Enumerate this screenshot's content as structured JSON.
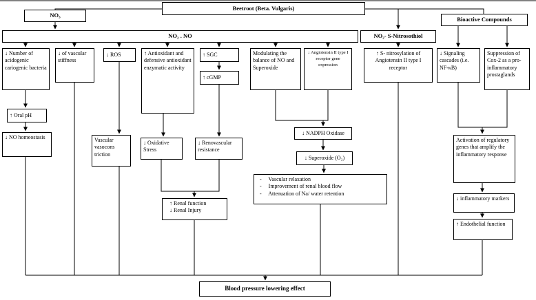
{
  "nodes": {
    "beetroot": "Beetroot (Beta. Vulgaris)",
    "no3": "NO₃",
    "bioactive": "Bioactive Compounds",
    "no2_no": "NO₂ . NO",
    "nitrosothiol": "NO₂- S-Nitrosothiol",
    "bacteria": "↓ Number of acidogenic cariogenic bacteria",
    "stiffness": "↓ of vascular stiffness",
    "ros": "↓ ROS",
    "antioxidant": "↑ Antioxidant and defensive antioxidant enzymatic activity",
    "sgc": "↑ SGC",
    "cgmp": "↑ cGMP",
    "modulating": "Modulating the balance of NO and Superoxide",
    "angiotensin_gene": "↓ Angiotensin II type I receptor gene expression",
    "nitrosylation": "↑ S- nitrosylation of Angiotensin II type I receptor",
    "signaling": "↓ Signaling cascades (i.e. NF-κB)",
    "cox2": "Suppression of Cox-2 as a pro-inflammatory prostaglands",
    "oral_ph": "↑ Oral pH",
    "no_homeostasis": "↓ NO homeostasis",
    "vasoconstriction": "Vascular vasocons triction",
    "oxidative_stress": "↓ Oxidative Stress",
    "renovascular": "↓ Renovascular resistance",
    "nadph": "↓ NADPH Oxidase",
    "superoxide": "↓ Superoxide (O₂)",
    "activation": "Activation of regulatory genes that amplify the inflammatory response",
    "renal_line1": "↑ Renal function",
    "renal_line2": "↓ Renal Injury",
    "outcomes": [
      "-     Vascular relaxation",
      "-     Improvement of renal blood flow",
      "-     Attenuation of Na/ water retention"
    ],
    "inflammatory_markers": "↓ inflammatory markers",
    "endothelial": "↑ Endothelial function",
    "blood_pressure": "Blood pressure lowering effect"
  },
  "colors": {
    "line": "#000000",
    "box_border": "#000000",
    "box_background": "#ffffff",
    "page_background": "#ffffff",
    "text": "#000000"
  }
}
